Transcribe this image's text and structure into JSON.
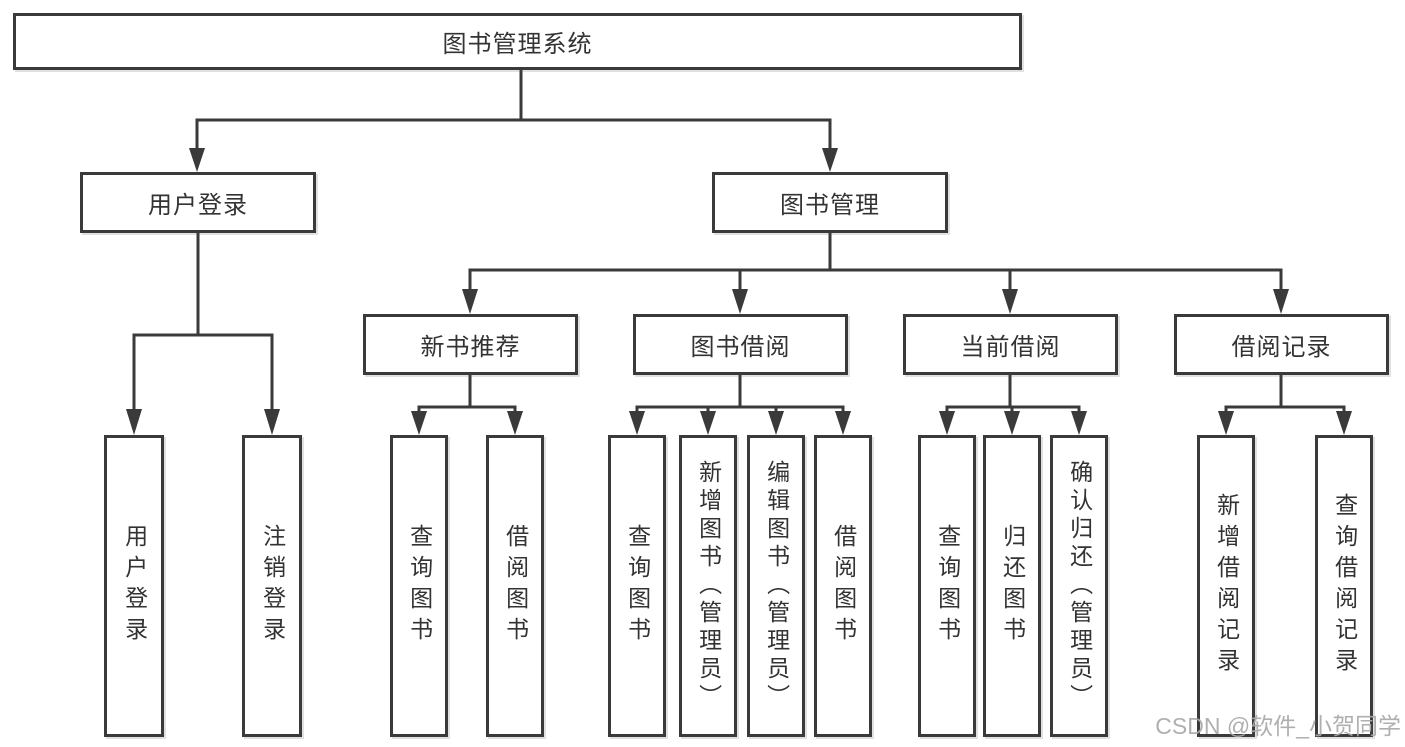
{
  "diagram": {
    "root": {
      "label": "图书管理系统"
    },
    "branches": [
      {
        "label": "用户登录",
        "children": [
          {
            "label": "用户登录"
          },
          {
            "label": "注销登录"
          }
        ]
      },
      {
        "label": "图书管理",
        "children": [
          {
            "label": "新书推荐",
            "children": [
              {
                "label": "查询图书"
              },
              {
                "label": "借阅图书"
              }
            ]
          },
          {
            "label": "图书借阅",
            "children": [
              {
                "label": "查询图书"
              },
              {
                "label": "新增图书（管理员）"
              },
              {
                "label": "编辑图书（管理员）"
              },
              {
                "label": "借阅图书"
              }
            ]
          },
          {
            "label": "当前借阅",
            "children": [
              {
                "label": "查询图书"
              },
              {
                "label": "归还图书"
              },
              {
                "label": "确认归还（管理员）"
              }
            ]
          },
          {
            "label": "借阅记录",
            "children": [
              {
                "label": "新增借阅记录"
              },
              {
                "label": "查询借阅记录"
              }
            ]
          }
        ]
      }
    ]
  },
  "watermark": {
    "text": "CSDN @软件_小贺同学"
  },
  "colors": {
    "line": "#3a3a3a",
    "text": "#333333",
    "background": "#ffffff",
    "watermark": "#a9a9a9"
  }
}
